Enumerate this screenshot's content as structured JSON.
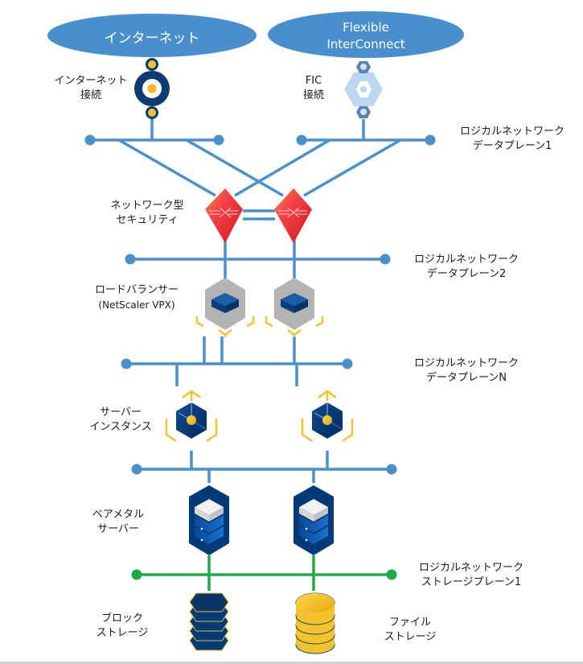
{
  "colors": {
    "network_line": "#4a90cc",
    "storage_line": "#1faa4a",
    "cloud_fill": "#4a8fcd",
    "navy": "#003a78",
    "gold": "#f4c22b",
    "red": "#e8232b",
    "gray_hex": "#b3b3b3",
    "fic_light": "#bcd7ef"
  },
  "clouds": {
    "internet": {
      "label": "インターネット"
    },
    "fic": {
      "line1": "Flexible",
      "line2": "InterConnect"
    }
  },
  "connections": {
    "internet": {
      "line1": "インターネット",
      "line2": "接続",
      "icon": "internet-gateway-icon"
    },
    "fic": {
      "line1": "FIC",
      "line2": "接続",
      "icon": "fic-gateway-icon"
    }
  },
  "planes": {
    "data1": {
      "line1": "ロジカルネットワーク",
      "line2": "データプレーン1"
    },
    "data2": {
      "line1": "ロジカルネットワーク",
      "line2": "データプレーン2"
    },
    "dataN": {
      "line1": "ロジカルネットワーク",
      "line2": "データプレーンN"
    },
    "storage1": {
      "line1": "ロジカルネットワーク",
      "line2": "ストレージプレーン1"
    }
  },
  "components": {
    "security": {
      "line1": "ネットワーク型",
      "line2": "セキュリティ",
      "icon": "firewall-icon",
      "count": 2
    },
    "load_balancer": {
      "line1": "ロードバランサー",
      "line2": "(NetScaler VPX)",
      "icon": "load-balancer-icon",
      "count": 2
    },
    "server_instance": {
      "line1": "サーバー",
      "line2": "インスタンス",
      "icon": "server-instance-icon",
      "count": 2
    },
    "baremetal": {
      "line1": "ベアメタル",
      "line2": "サーバー",
      "icon": "baremetal-server-icon",
      "count": 2
    },
    "block_storage": {
      "line1": "ブロック",
      "line2": "ストレージ",
      "icon": "block-storage-icon"
    },
    "file_storage": {
      "line1": "ファイル",
      "line2": "ストレージ",
      "icon": "file-storage-icon"
    }
  }
}
